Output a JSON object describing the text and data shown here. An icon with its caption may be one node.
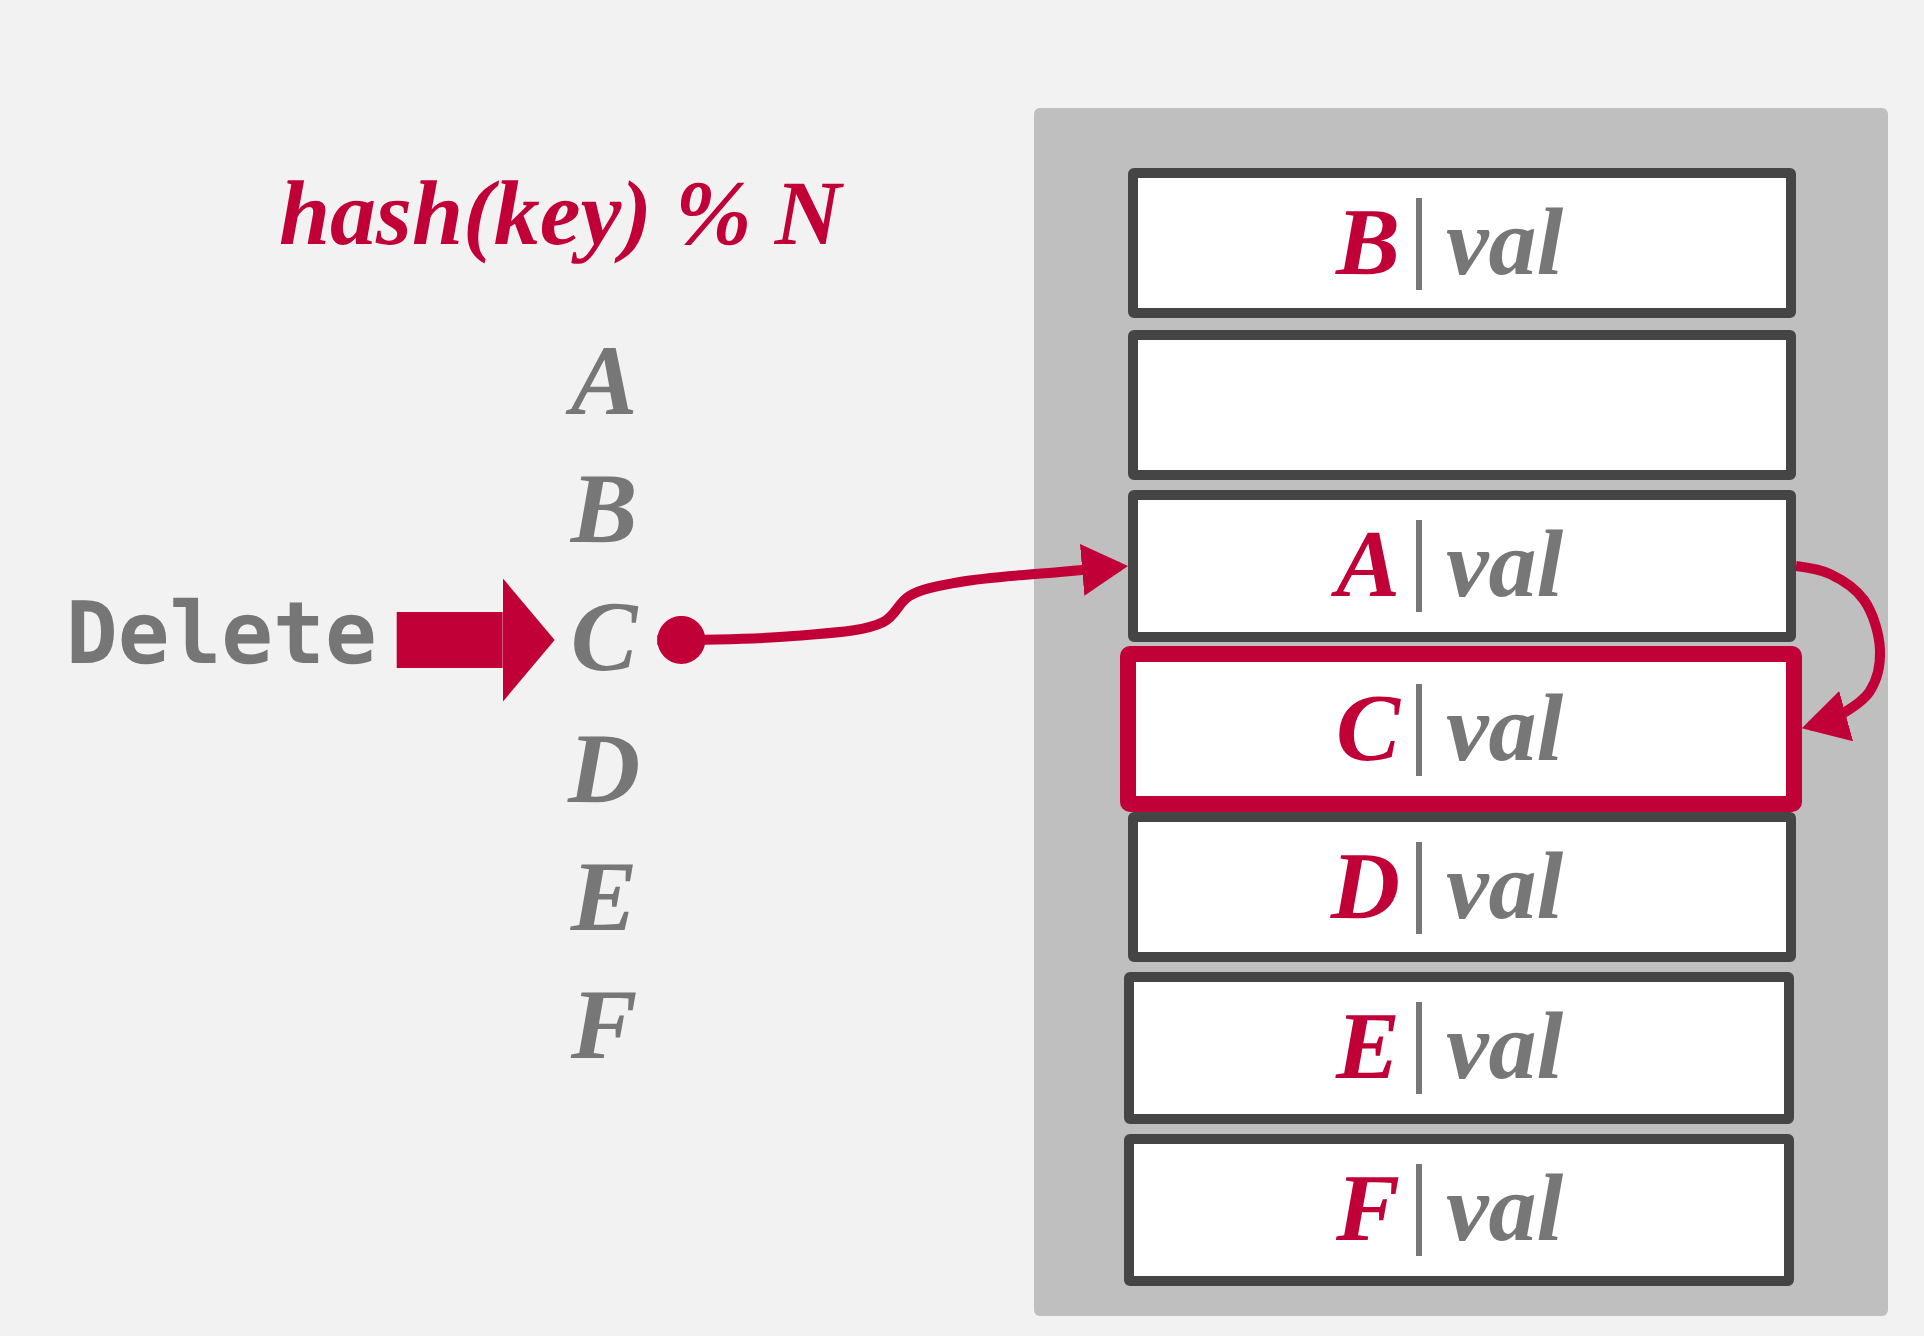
{
  "diagram": {
    "nodes": [
      {
        "text": [
          "Delete"
        ]
      },
      {
        "text": [
          "C"
        ]
      },
      {
        "text": [],
        "shape": "box"
      },
      {
        "text": [
          "B",
          "val"
        ],
        "in": 2
      },
      {
        "text": [],
        "shape": "box",
        "in": 2
      },
      {
        "text": [
          "A",
          "val"
        ],
        "in": 2
      },
      {
        "text": [
          "C",
          "val"
        ],
        "in": 2
      },
      {
        "text": [
          "D",
          "val"
        ],
        "in": 2
      },
      {
        "text": [
          "E",
          "val"
        ],
        "in": 2
      },
      {
        "text": [
          "F",
          "val"
        ],
        "in": 2
      }
    ],
    "edges": [
      {
        "from": 0,
        "to": 1,
        "arrow": "to",
        "style": "thick"
      },
      {
        "from": 1,
        "to": 5,
        "arrow": "to"
      },
      {
        "from": 5,
        "to": 6,
        "arrow": "to"
      }
    ],
    "labels": [
      "hash(key) % N",
      "A",
      "B",
      "D",
      "E",
      "F"
    ]
  }
}
